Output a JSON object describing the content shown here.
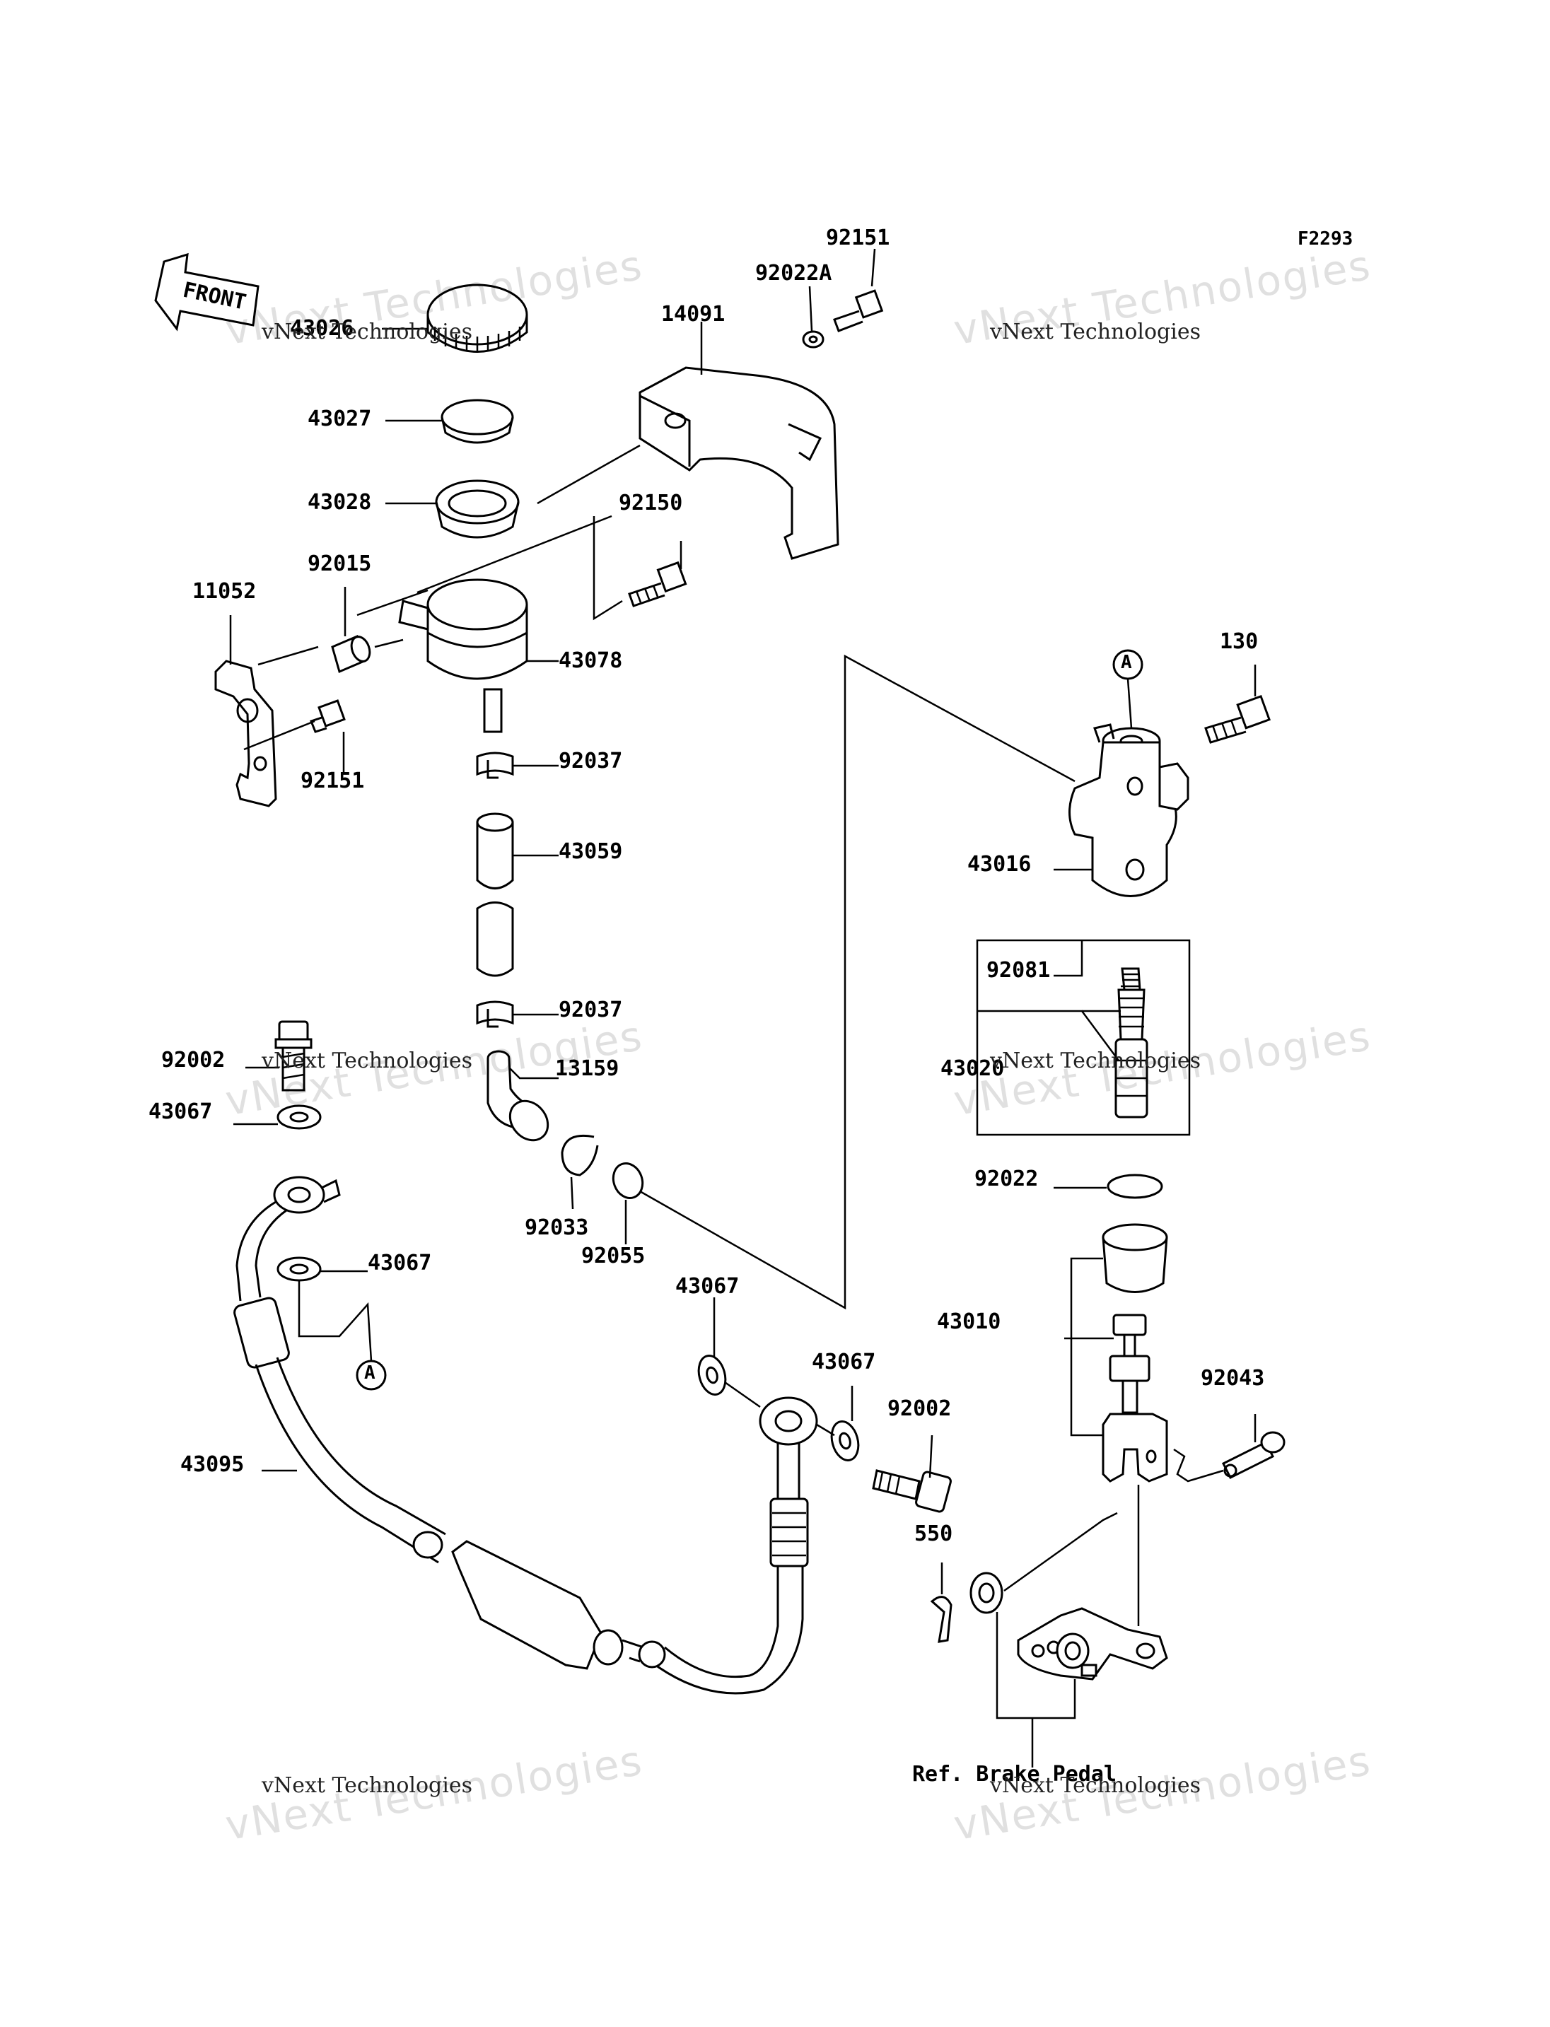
{
  "figure_code": "F2293",
  "front_label": "FRONT",
  "ref_text": "Ref. Brake Pedal",
  "callout_A": "A",
  "watermark": {
    "brand_big": "vNext Technologies",
    "brand_small": "vNext Technologies"
  },
  "parts": {
    "p43026": "43026",
    "p43027": "43027",
    "p43028": "43028",
    "p14091": "14091",
    "p92022A": "92022A",
    "p92151_top": "92151",
    "p92150": "92150",
    "p11052": "11052",
    "p92015": "92015",
    "p43078": "43078",
    "p92151_bracket": "92151",
    "p92037_upper": "92037",
    "p43059": "43059",
    "p92037_lower": "92037",
    "p13159": "13159",
    "p92033": "92033",
    "p92055": "92055",
    "p92002_left": "92002",
    "p43067_upper": "43067",
    "p43067_mid": "43067",
    "p43095": "43095",
    "p43067_lower_a": "43067",
    "p43067_lower_b": "43067",
    "p92002_right": "92002",
    "p550": "550",
    "p130": "130",
    "p43016": "43016",
    "p92081": "92081",
    "p43020": "43020",
    "p92022": "92022",
    "p43010": "43010",
    "p92043": "92043"
  }
}
